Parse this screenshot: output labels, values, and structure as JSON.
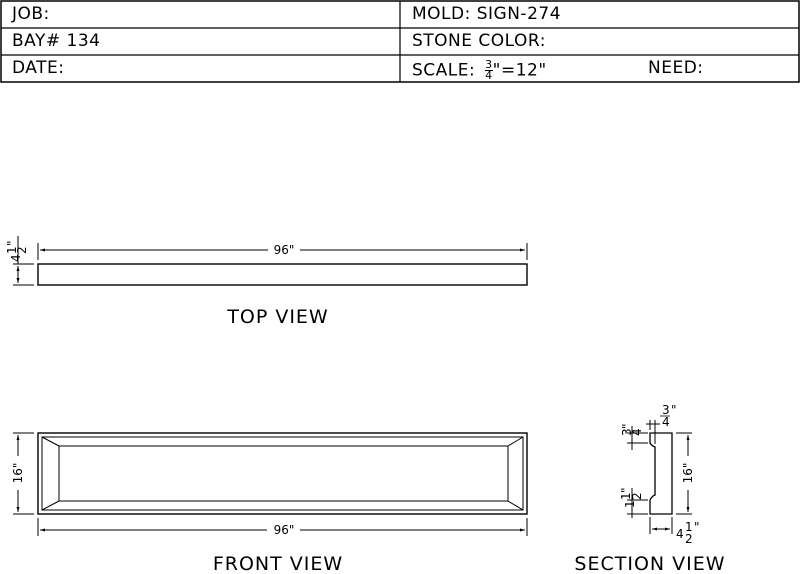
{
  "title_block": {
    "job": "JOB:",
    "mold": "MOLD: SIGN-274",
    "bay": "BAY# 134",
    "stone_color": "STONE COLOR:",
    "date": "DATE:",
    "scale_label": "SCALE:",
    "scale_num": "3",
    "scale_den": "4",
    "scale_rest": "\"=12\"",
    "need": "NEED:"
  },
  "top_view": {
    "label": "TOP VIEW",
    "length_dim": "96\"",
    "depth_whole": "4",
    "depth_num": "1",
    "depth_den": "2",
    "depth_mark": "\""
  },
  "front_view": {
    "label": "FRONT VIEW",
    "height_dim": "16\"",
    "length_dim": "96\""
  },
  "section_view": {
    "label": "SECTION VIEW",
    "top_num": "3",
    "top_den": "4",
    "top_mark": "\"",
    "left_num": "3",
    "left_den": "4",
    "left_mark": "\"",
    "mid_whole": "1",
    "mid_num": "1",
    "mid_den": "2",
    "mid_mark": "\"",
    "height_dim": "16\"",
    "depth_whole": "4",
    "depth_num": "1",
    "depth_den": "2",
    "depth_mark": "\""
  }
}
